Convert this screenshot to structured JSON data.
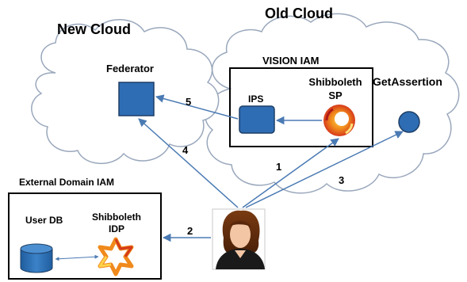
{
  "clouds": {
    "new_cloud": "New Cloud",
    "old_cloud": "Old Cloud"
  },
  "boxes": {
    "vision_iam": "VISION IAM",
    "external_domain_iam": "External Domain IAM"
  },
  "nodes": {
    "federator": "Federator",
    "ips": "IPS",
    "shibboleth_sp_line1": "Shibboleth",
    "shibboleth_sp_line2": "SP",
    "get_assertion": "GetAssertion",
    "user_db": "User DB",
    "shibboleth_idp_line1": "Shibboleth",
    "shibboleth_idp_line2": "IDP"
  },
  "steps": [
    "1",
    "2",
    "3",
    "4",
    "5"
  ],
  "colors": {
    "node_fill": "#2e6db4",
    "node_stroke": "#1e3f66",
    "arrow": "#4a7ab3",
    "cloud_stroke": "#9aa8bc"
  },
  "icons": {
    "user": "user-avatar-icon",
    "sp_logo": "shibboleth-sp-logo-icon",
    "idp_logo": "shibboleth-idp-logo-icon"
  }
}
